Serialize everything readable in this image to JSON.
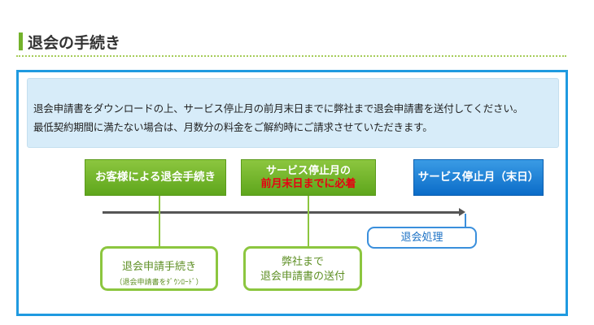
{
  "heading": {
    "title": "退会の手続き"
  },
  "notice": {
    "line1": "退会申請書をダウンロードの上、サービス停止月の前月末日までに弊社まで退会申請書を送付してください。",
    "line2": "最低契約期間に満たない場合は、月数分の料金をご解約時にご請求させていただきます。"
  },
  "flow": {
    "step1": "お客様による退会手続き",
    "step2_line1": "サービス停止月の",
    "step2_line2": "前月末日までに必着",
    "step3": "サービス停止月（末日）",
    "sub1_main": "退会申請手続き",
    "sub1_note": "（退会申請書をﾀﾞｳﾝﾛｰﾄﾞ）",
    "sub2_line1": "弊社まで",
    "sub2_line2": "退会申請書の送付",
    "sub3": "退会処理"
  },
  "colors": {
    "accent_green": "#73b22b",
    "panel_border": "#1f9ae0",
    "notice_bg": "#d7ecf9",
    "urgent_red": "#e60012"
  }
}
